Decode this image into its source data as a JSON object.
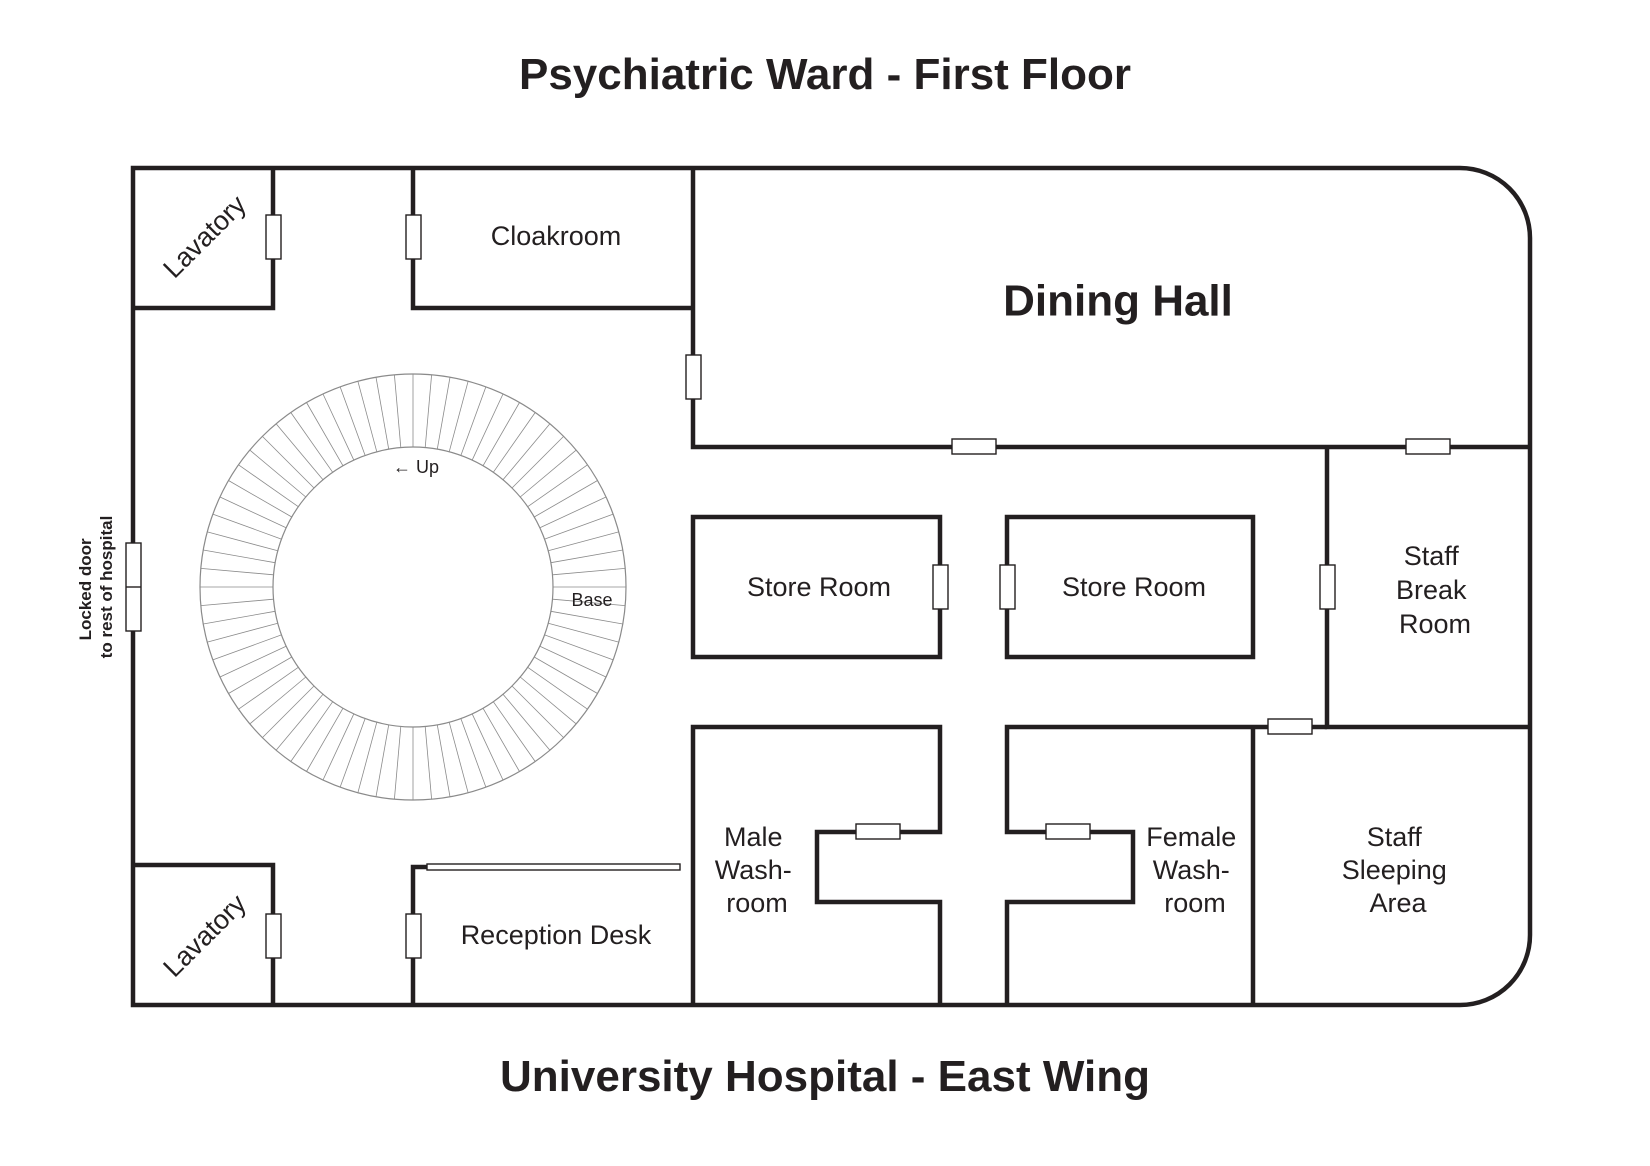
{
  "header": {
    "title": "Psychiatric Ward - First Floor"
  },
  "footer": {
    "subtitle": "University Hospital - East Wing"
  },
  "rooms": {
    "lavatory_top": "Lavatory",
    "lavatory_bottom": "Lavatory",
    "cloakroom": "Cloakroom",
    "dining_hall": "Dining Hall",
    "store_room_left": "Store Room",
    "store_room_right": "Store Room",
    "staff_break_room": [
      "Staff",
      "Break",
      "Room"
    ],
    "male_washroom": [
      "Male",
      "Wash-",
      "room"
    ],
    "female_washroom": [
      "Female",
      "Wash-",
      "room"
    ],
    "staff_sleeping_area": [
      "Staff",
      "Sleeping",
      "Area"
    ],
    "reception_desk": "Reception Desk"
  },
  "stairs": {
    "up_label": "← Up",
    "base_label": "Base"
  },
  "side_note": [
    "Locked door",
    "to rest of hospital"
  ],
  "colors": {
    "line": "#231f20",
    "background": "#ffffff"
  }
}
